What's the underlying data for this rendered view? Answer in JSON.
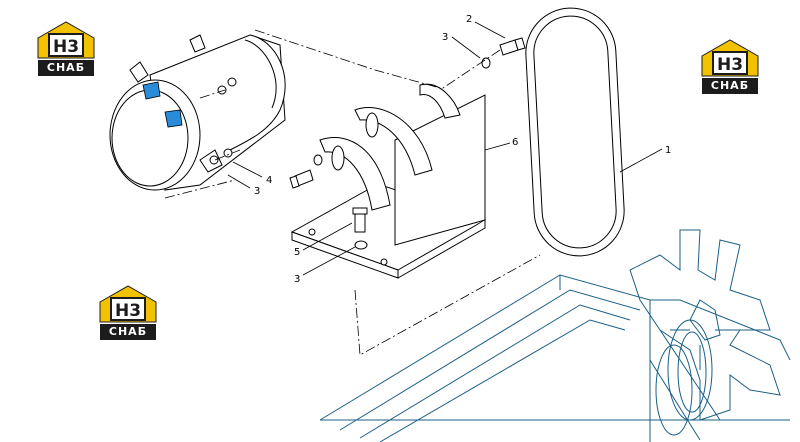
{
  "logo": {
    "mark": "H3",
    "text": "CHAБ",
    "color_yellow": "#f2c100",
    "color_dark": "#1c1c1c"
  },
  "callouts": {
    "c1": "1",
    "c2": "2",
    "c3a": "3",
    "c3b": "3",
    "c3c": "3",
    "c4": "4",
    "c5": "5",
    "c6": "6"
  },
  "colors": {
    "line": "#000000",
    "fan": "#1b5f86",
    "port": "#2a8bd8"
  }
}
